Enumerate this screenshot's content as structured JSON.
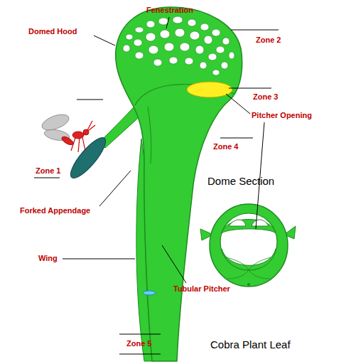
{
  "diagram": {
    "caption": "Cobra Plant Leaf",
    "labels": [
      "Fenestration",
      "Domed Hood",
      "Zone 2",
      "Zone 3",
      "Pitcher Opening",
      "Zone 4",
      "Zone 1",
      "Forked Appendage",
      "Wing",
      "Tubular Pitcher",
      "Dome Section",
      "Zone 5"
    ]
  }
}
